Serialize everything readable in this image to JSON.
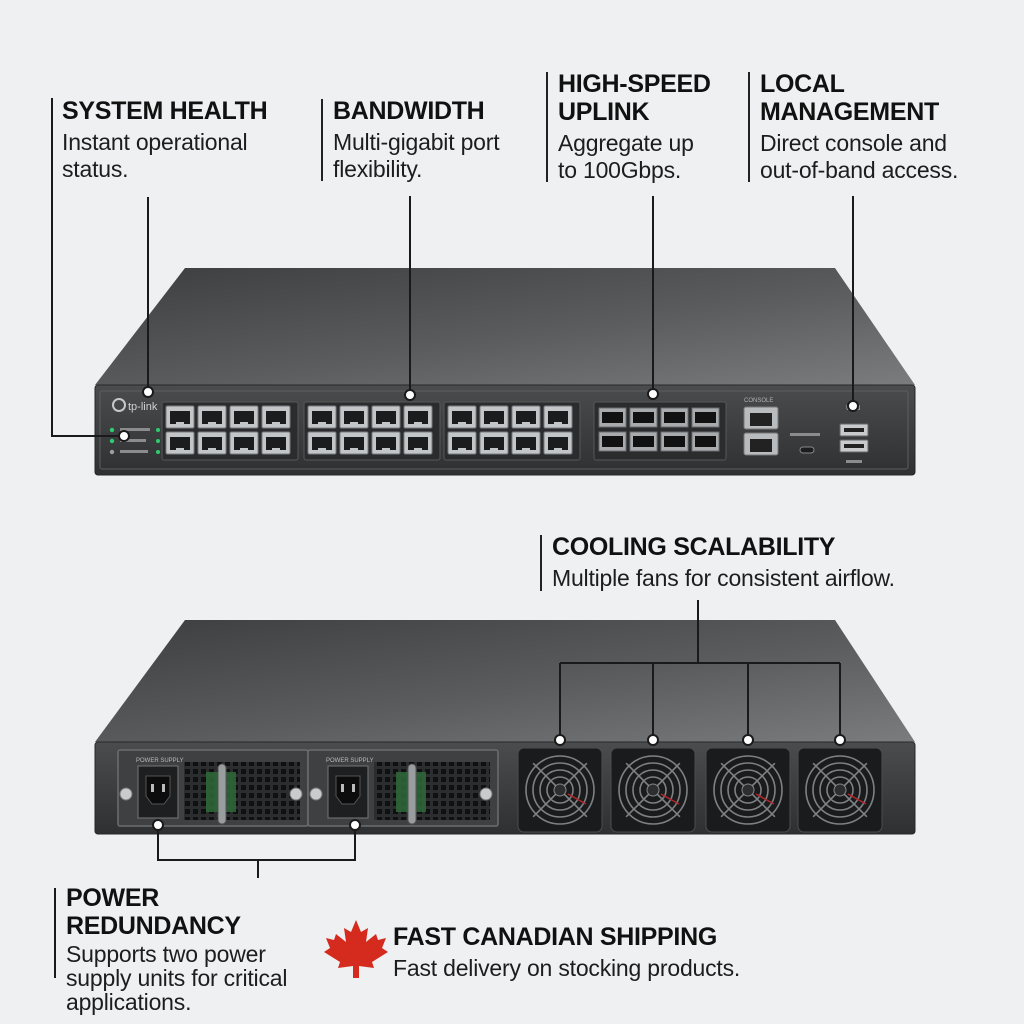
{
  "callouts": {
    "system_health": {
      "title": "SYSTEM HEALTH",
      "body": "Instant operational status."
    },
    "bandwidth": {
      "title": "BANDWIDTH",
      "body": "Multi-gigabit port flexibility."
    },
    "uplink": {
      "title": "HIGH-SPEED UPLINK",
      "body": "Aggregate up to 100Gbps."
    },
    "management": {
      "title": "LOCAL MANAGEMENT",
      "body": "Direct console and out-of-band access."
    },
    "cooling": {
      "title": "COOLING SCALABILITY",
      "body": "Multiple fans for consistent airflow."
    },
    "power": {
      "title": "POWER REDUNDANCY",
      "body": "Supports two power supply units for critical applications."
    },
    "shipping": {
      "title": "FAST CANADIAN SHIPPING",
      "body": "Fast delivery on stocking products."
    }
  },
  "front_panel": {
    "brand": "tp-link",
    "console_label": "CONSOLE",
    "usb_label": "USB"
  },
  "rear_panel": {
    "psu_label": "POWER SUPPLY"
  },
  "colors": {
    "chassis_top": "#505254",
    "chassis_face": "#3a3c3e",
    "leader": "#1a1a1a",
    "maple_leaf": "#d52b1e"
  },
  "icons": [
    "tp-link-logo-icon",
    "maple-leaf-icon",
    "fan-icon",
    "power-inlet-icon",
    "rj45-port-icon",
    "sfp-port-icon",
    "usb-port-icon"
  ]
}
